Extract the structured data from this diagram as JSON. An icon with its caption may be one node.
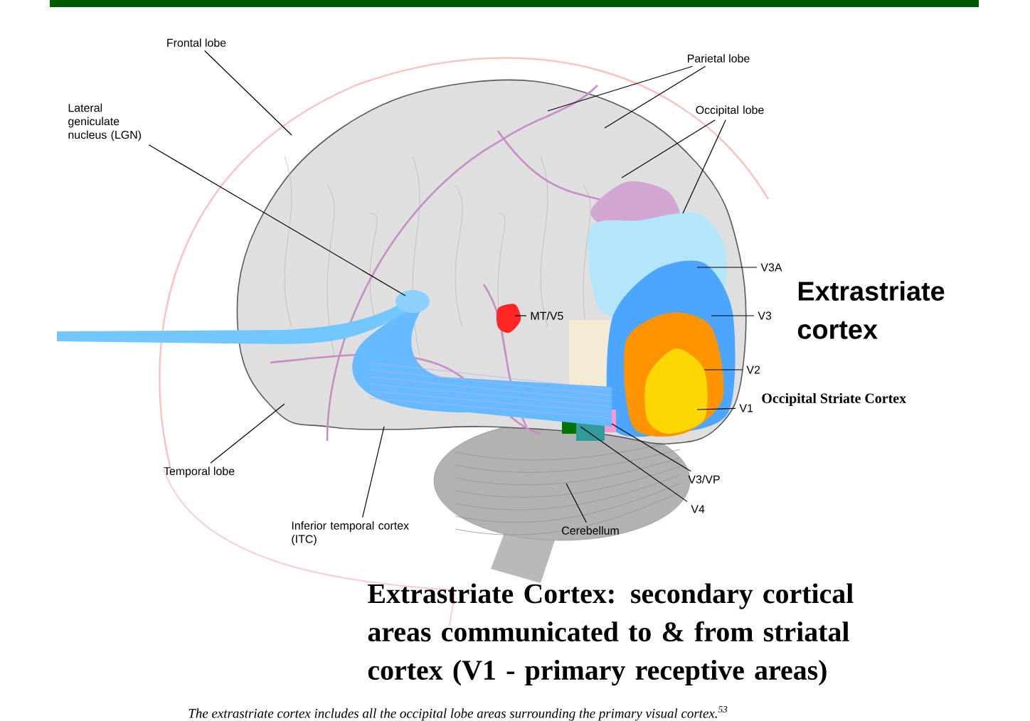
{
  "diagram": {
    "title": "Extrastriate Cortex: secondary cortical areas communicated to & from striatal cortex (V1 - primary receptive areas)",
    "caption": "The extrastriate cortex includes all the occipital lobe areas surrounding the primary visual cortex.$^{53}$",
    "nodes": [
      {
        "text": [
          "Frontal lobe"
        ]
      },
      {
        "text": [
          "Lateral geniculate nucleus (LGN)"
        ]
      },
      {
        "text": [
          "Parietal lobe"
        ]
      },
      {
        "text": [
          "Occipital lobe"
        ]
      },
      {
        "text": [
          "V3A"
        ]
      },
      {
        "text": [
          "MT/V5"
        ]
      },
      {
        "text": [
          "V3"
        ]
      },
      {
        "text": [
          "V2"
        ]
      },
      {
        "text": [
          "V1"
        ]
      },
      {
        "text": [
          "V3/VP"
        ]
      },
      {
        "text": [
          "V4"
        ]
      },
      {
        "text": [
          "Temporal lobe"
        ]
      },
      {
        "text": [
          "Inferior temporal cortex (ITC)"
        ]
      },
      {
        "text": [
          "Cerebellum"
        ]
      }
    ],
    "edges": [
      {
        "from": 0,
        "to": null,
        "arrow": "none"
      },
      {
        "from": 1,
        "to": null,
        "arrow": "none"
      },
      {
        "from": 2,
        "to": null,
        "arrow": "none"
      },
      {
        "from": 2,
        "to": null,
        "arrow": "none"
      },
      {
        "from": 3,
        "to": null,
        "arrow": "none"
      },
      {
        "from": 3,
        "to": null,
        "arrow": "none"
      },
      {
        "from": 4,
        "to": null,
        "arrow": "none"
      },
      {
        "from": 5,
        "to": null,
        "arrow": "none"
      },
      {
        "from": 6,
        "to": null,
        "arrow": "none"
      },
      {
        "from": 7,
        "to": null,
        "arrow": "none"
      },
      {
        "from": 8,
        "to": null,
        "arrow": "none"
      },
      {
        "from": 9,
        "to": null,
        "arrow": "none"
      },
      {
        "from": 10,
        "to": null,
        "arrow": "none"
      },
      {
        "from": 11,
        "to": null,
        "arrow": "none"
      },
      {
        "from": 12,
        "to": null,
        "arrow": "none"
      },
      {
        "from": 13,
        "to": null,
        "arrow": "none"
      }
    ],
    "labels": [
      "Extrastriate cortex",
      "Occipital Striate Cortex"
    ]
  }
}
